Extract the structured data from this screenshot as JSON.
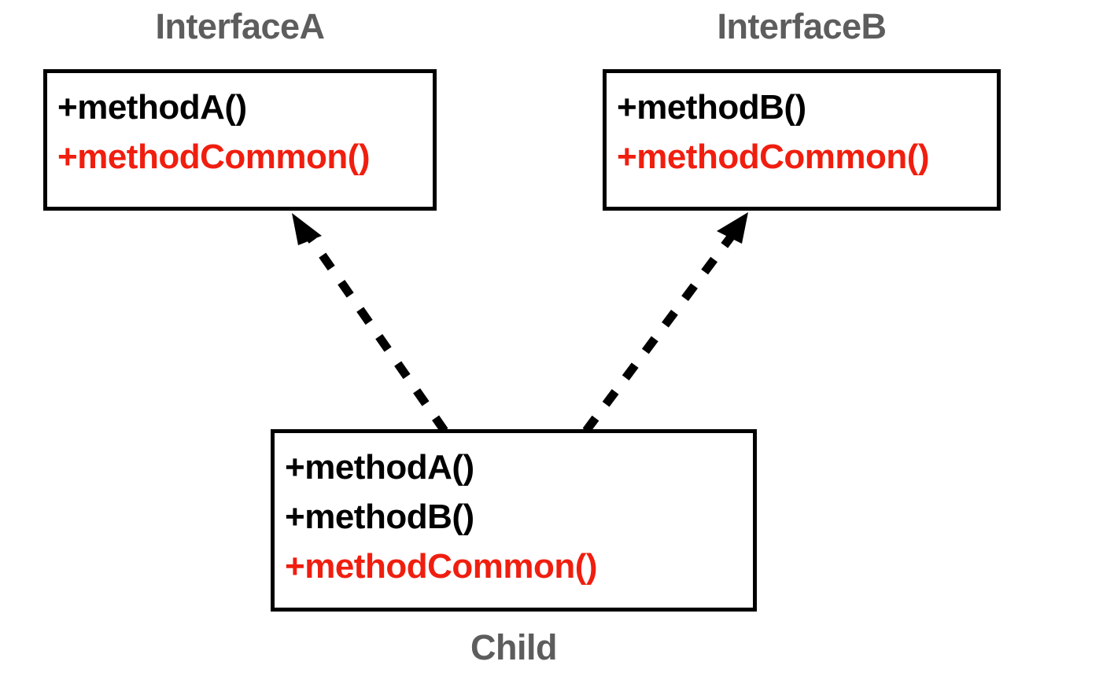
{
  "diagram": {
    "type": "uml-class-diagram",
    "background_color": "#ffffff",
    "colors": {
      "box_border": "#000000",
      "caption_text": "#5d5d5d",
      "method_text": "#000000",
      "common_method_text": "#f01e0f",
      "connector": "#000000"
    },
    "nodes": [
      {
        "id": "interface-a",
        "caption": "InterfaceA",
        "methods": [
          {
            "label": "+methodA()",
            "highlight": false
          },
          {
            "label": "+methodCommon()",
            "highlight": true
          }
        ]
      },
      {
        "id": "interface-b",
        "caption": "InterfaceB",
        "methods": [
          {
            "label": "+methodB()",
            "highlight": false
          },
          {
            "label": "+methodCommon()",
            "highlight": true
          }
        ]
      },
      {
        "id": "child",
        "caption": "Child",
        "methods": [
          {
            "label": "+methodA()",
            "highlight": false
          },
          {
            "label": "+methodB()",
            "highlight": false
          },
          {
            "label": "+methodCommon()",
            "highlight": true
          }
        ]
      }
    ],
    "connectors": [
      {
        "id": "child-to-interface-a",
        "from": "child",
        "to": "interface-a",
        "style": "dashed",
        "arrowhead": "closed-solid-triangle",
        "relation": "realization"
      },
      {
        "id": "child-to-interface-b",
        "from": "child",
        "to": "interface-b",
        "style": "dashed",
        "arrowhead": "closed-solid-triangle",
        "relation": "realization"
      }
    ]
  }
}
